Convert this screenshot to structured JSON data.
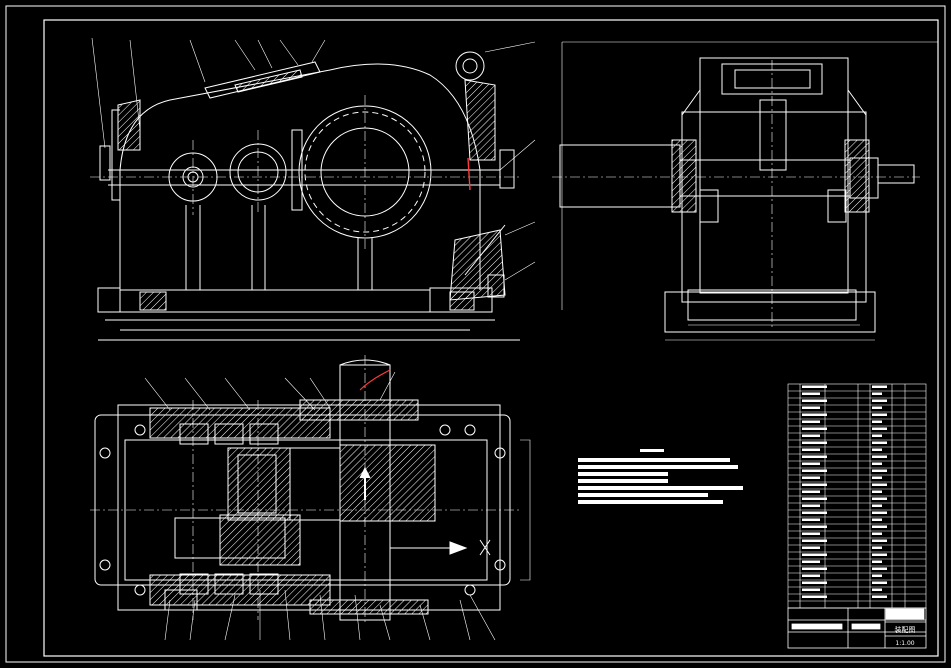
{
  "drawing": {
    "title_block": {
      "title_cn": "装配图",
      "scale": "1:1.00"
    },
    "views": [
      {
        "name": "front-view-section"
      },
      {
        "name": "side-view"
      },
      {
        "name": "top-view-section"
      }
    ],
    "technical_notes": {
      "line_count": 7
    },
    "parts_list": {
      "row_count": 32
    },
    "colors": {
      "background": "#000000",
      "lines": "#ffffff",
      "highlight": "#ff3b3b"
    }
  }
}
